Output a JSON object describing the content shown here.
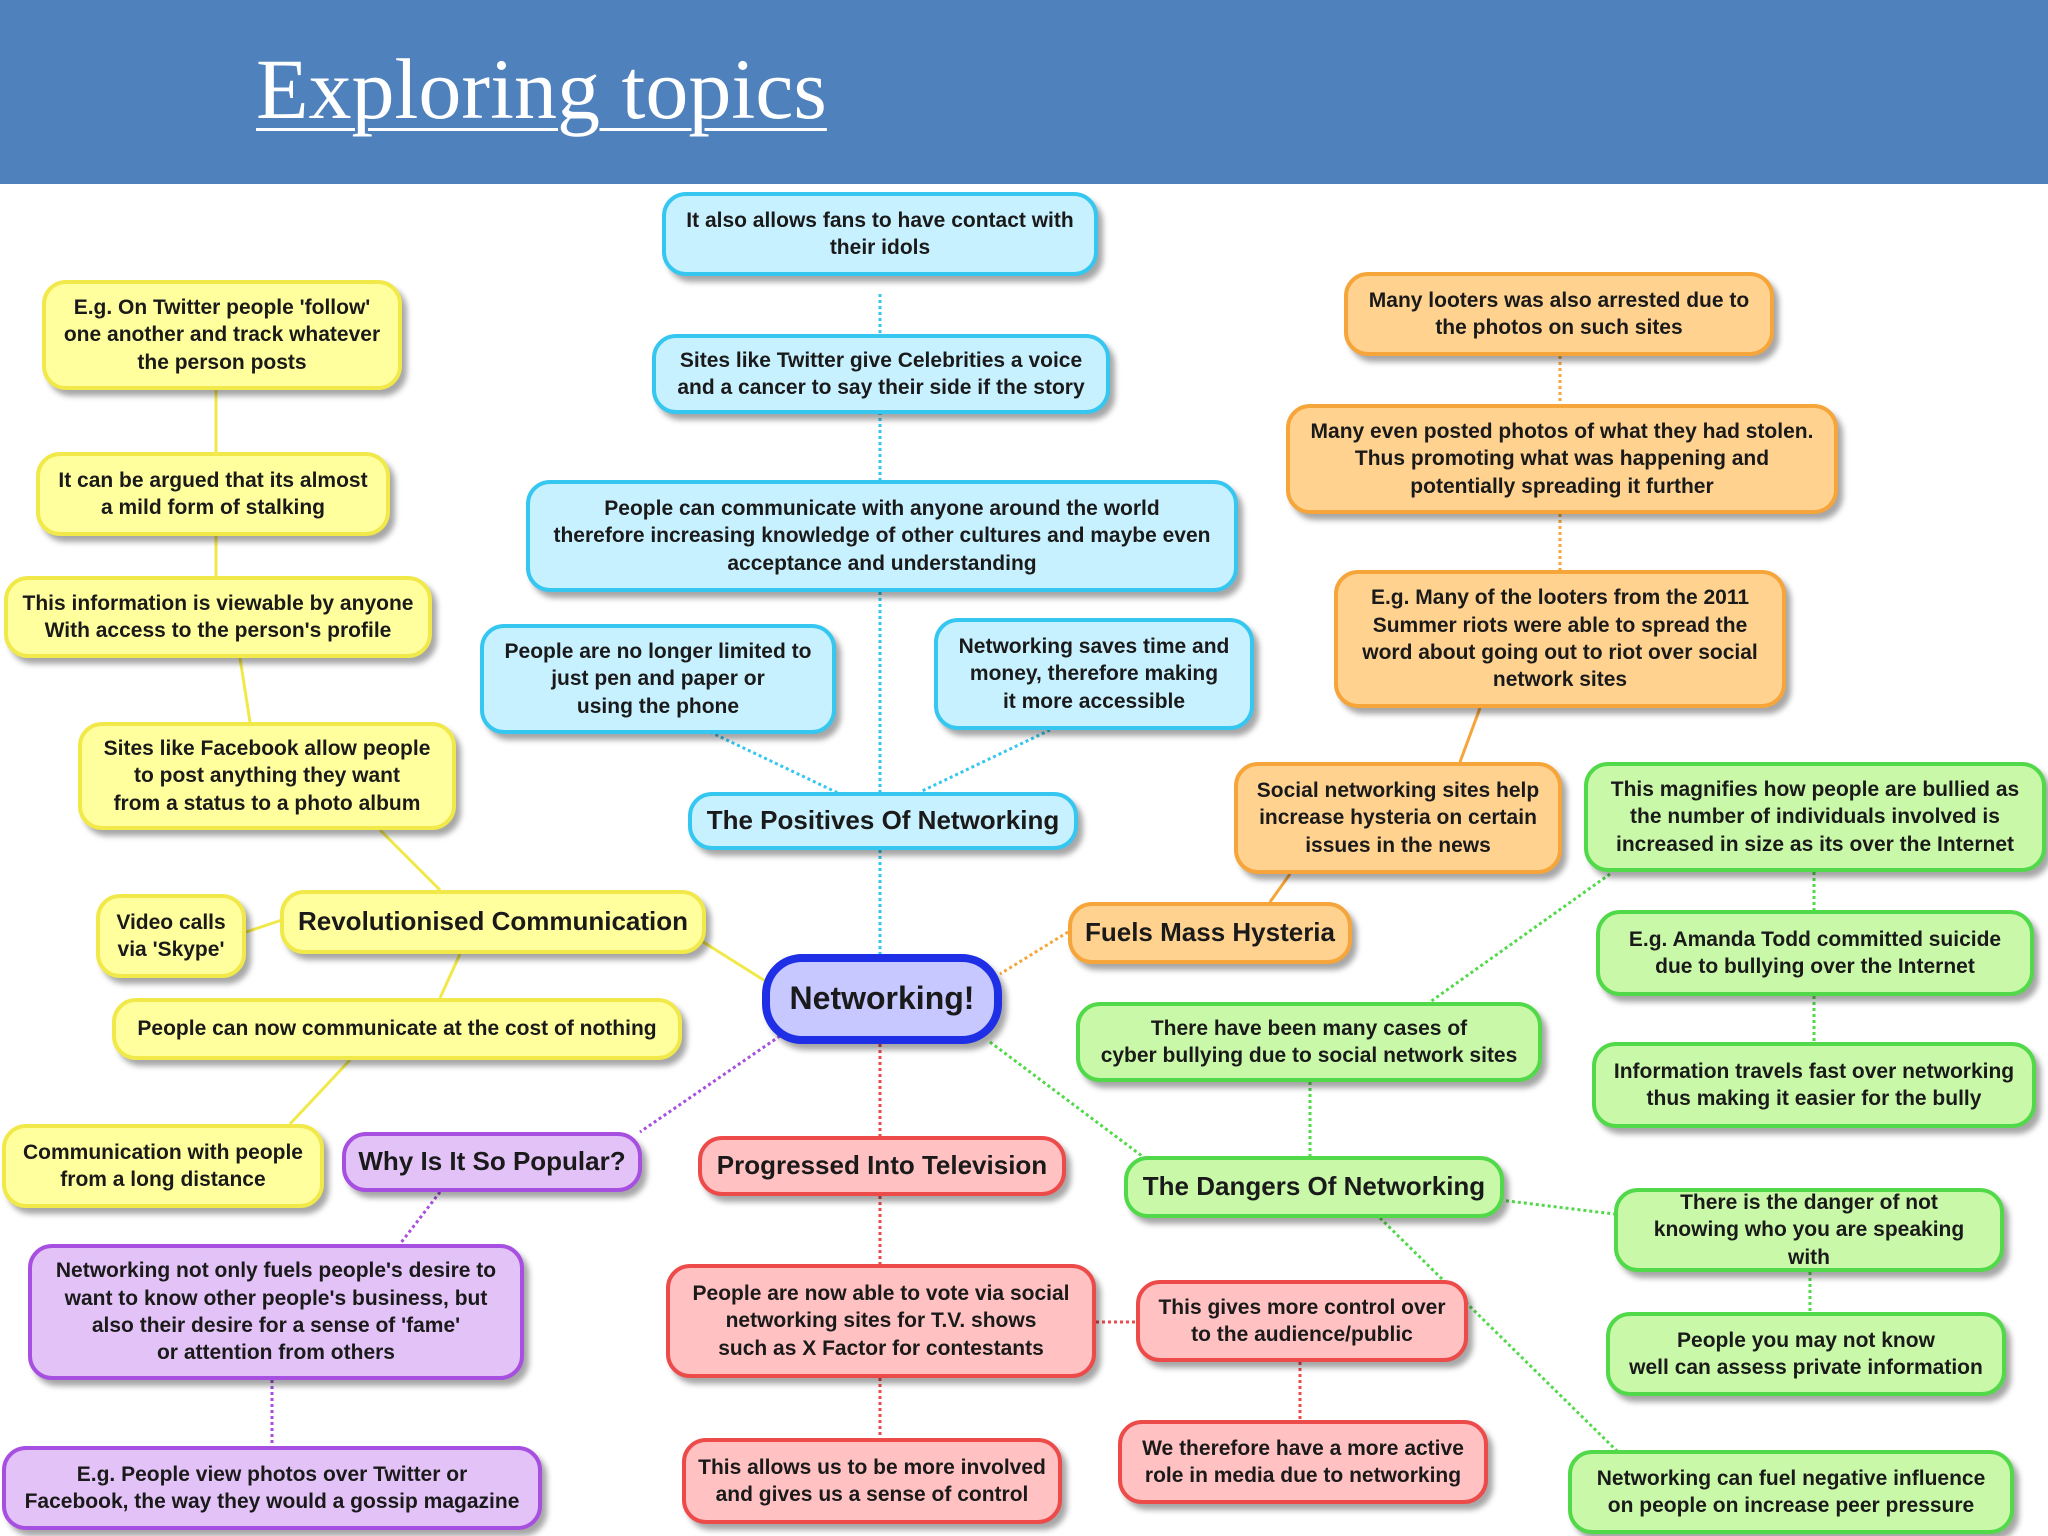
{
  "title": "Exploring topics",
  "colors": {
    "header": "#4f81bd",
    "yellow": "#f1e94a",
    "cyan": "#35c7ef",
    "orange": "#f5a53a",
    "green": "#51d94a",
    "purple": "#a64fe0",
    "red": "#ed4a4a",
    "central": "#1e2fe6"
  },
  "nodes": {
    "central": "Networking!",
    "positives": "The Positives Of Networking",
    "fans_contact": "It also allows fans to have contact with\ntheir idols",
    "celebrities_voice": "Sites like Twitter give Celebrities a voice\nand a cancer to say their side if the story",
    "communicate_world": "People can communicate with anyone around the world\ntherefore increasing knowledge of other cultures and maybe even\nacceptance and understanding",
    "pen_paper": "People are no longer limited to\njust pen and paper or\nusing the phone",
    "saves_time": "Networking saves time and\nmoney, therefore making\nit more accessible",
    "twitter_follow": "E.g. On Twitter people 'follow'\none another and track whatever\nthe person posts",
    "mild_stalking": "It can be argued that its almost\na mild form of stalking",
    "info_viewable": "This information is viewable by anyone\nWith access to the person's profile",
    "facebook_post": "Sites like Facebook allow people\nto post anything they want\nfrom a status to a photo album",
    "skype": "Video calls\nvia 'Skype'",
    "revolutionised": "Revolutionised Communication",
    "cost_nothing": "People can now communicate at the cost of nothing",
    "long_distance": "Communication with people\nfrom a long distance",
    "why_popular": "Why Is It So Popular?",
    "fuels_desire": "Networking not only fuels people's desire to\nwant to know other people's business, but\nalso their desire for a sense of 'fame'\nor attention from others",
    "gossip": "E.g. People view photos over Twitter or\nFacebook, the way they would a gossip magazine",
    "television": "Progressed Into Television",
    "vote": "People are now able to vote via social\nnetworking sites for T.V. shows\nsuch as X Factor for contestants",
    "more_involved": "This allows us to be more involved\nand gives us a sense of control",
    "more_control": "This gives more control over\nto the audience/public",
    "active_role": "We therefore have a more active\nrole in media due to networking",
    "looters_arrested": "Many looters was also arrested due to\nthe photos on such sites",
    "posted_photos": "Many even posted photos of what they had stolen.\nThus promoting what was happening and\npotentially spreading it further",
    "summer_riots": "E.g. Many of the looters from the 2011\nSummer riots were able to spread the\nword about going out to riot over social\nnetwork sites",
    "hysteria_help": "Social networking sites help\nincrease hysteria on certain\nissues in the news",
    "mass_hysteria": "Fuels Mass Hysteria",
    "magnifies": "This magnifies how people are bullied as\nthe number of individuals involved is\nincreased in size as its over the Internet",
    "amanda_todd": "E.g.  Amanda Todd committed suicide\ndue to bullying over the Internet",
    "info_fast": "Information travels fast over networking\nthus making it easier for the bully",
    "cyber_bullying": "There have been many cases of\ncyber bullying due to social network sites",
    "dangers": "The Dangers Of Networking",
    "not_knowing": "There is the danger of not\nknowing who you are speaking with",
    "private_info": "People you may not know\nwell can assess private information",
    "peer_pressure": "Networking can fuel negative influence\non people on increase peer pressure"
  }
}
